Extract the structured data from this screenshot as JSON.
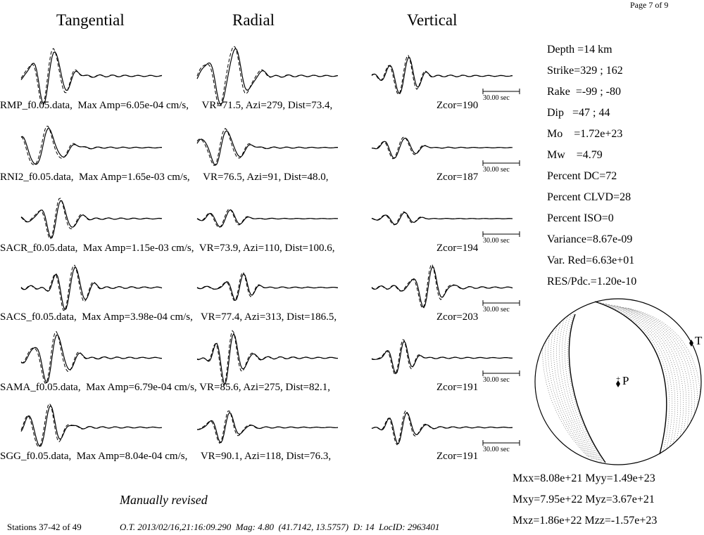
{
  "page_indicator": "Page 7 of 9",
  "columns": [
    "Tangential",
    "Radial",
    "Vertical"
  ],
  "scale_bar_label": "30.00 sec",
  "stations": [
    {
      "label": "RMP_f0.05.data,  Max Amp=6.05e-04 cm/s,     VR=71.5, Azi=279, Dist=73.4,",
      "zcor": "Zcor=190"
    },
    {
      "label": "RNI2_f0.05.data,  Max Amp=1.65e-03 cm/s,     VR=76.5, Azi=91, Dist=48.0,",
      "zcor": "Zcor=187"
    },
    {
      "label": "SACR_f0.05.data,  Max Amp=1.15e-03 cm/s,  VR=73.9, Azi=110, Dist=100.6,",
      "zcor": "Zcor=194"
    },
    {
      "label": "SACS_f0.05.data,  Max Amp=3.98e-04 cm/s,   VR=77.4, Azi=313, Dist=186.5,",
      "zcor": "Zcor=203"
    },
    {
      "label": "SAMA_f0.05.data,  Max Amp=6.79e-04 cm/s, VR=85.6, Azi=275, Dist=82.1,",
      "zcor": "Zcor=191"
    },
    {
      "label": "SGG_f0.05.data,  Max Amp=8.04e-04 cm/s,     VR=90.1, Azi=118, Dist=76.3,",
      "zcor": "Zcor=191"
    }
  ],
  "parameters": [
    "Depth =14 km",
    "Strike=329 ; 162",
    "Rake  =-99 ; -80",
    "Dip   =47 ; 44",
    "Mo    =1.72e+23",
    "Mw    =4.79",
    "Percent DC=72",
    "Percent CLVD=28",
    "Percent ISO=0",
    "Variance=8.67e-09",
    "Var. Red=6.63e+01",
    "RES/Pdc.=1.20e-10"
  ],
  "beachball": {
    "p_label": "P",
    "t_label": "T",
    "p_axis_marker": "+"
  },
  "moment_tensor": [
    "Mxx=8.08e+21 Myy=1.49e+23",
    "Mxy=7.95e+22 Myz=3.67e+21",
    "Mxz=1.86e+22 Mzz=-1.57e+23"
  ],
  "manual_note": "Manually revised",
  "footer": {
    "stations": "Stations 37-42 of 49",
    "event": "O.T. 2013/02/16,21:16:09.290  Mag: 4.80  (41.7142, 13.5757)  D: 14  LocID: 2963401"
  },
  "chart_data": {
    "type": "line",
    "title": "",
    "components": [
      "Tangential",
      "Radial",
      "Vertical"
    ],
    "series_styles": [
      "observed (solid)",
      "synthetic (dashed)"
    ],
    "stations": [
      "RMP",
      "RNI2",
      "SACR",
      "SACS",
      "SAMA",
      "SGG"
    ],
    "max_amp_cm_s": [
      0.000605,
      0.00165,
      0.00115,
      0.000398,
      0.000679,
      0.000804
    ],
    "vr": [
      71.5,
      76.5,
      73.9,
      77.4,
      85.6,
      90.1
    ],
    "azi": [
      279,
      91,
      110,
      313,
      275,
      118
    ],
    "dist": [
      73.4,
      48.0,
      100.6,
      186.5,
      82.1,
      76.3
    ],
    "zcor": [
      190,
      187,
      194,
      203,
      191,
      191
    ],
    "scale_bar_sec": 30.0
  }
}
